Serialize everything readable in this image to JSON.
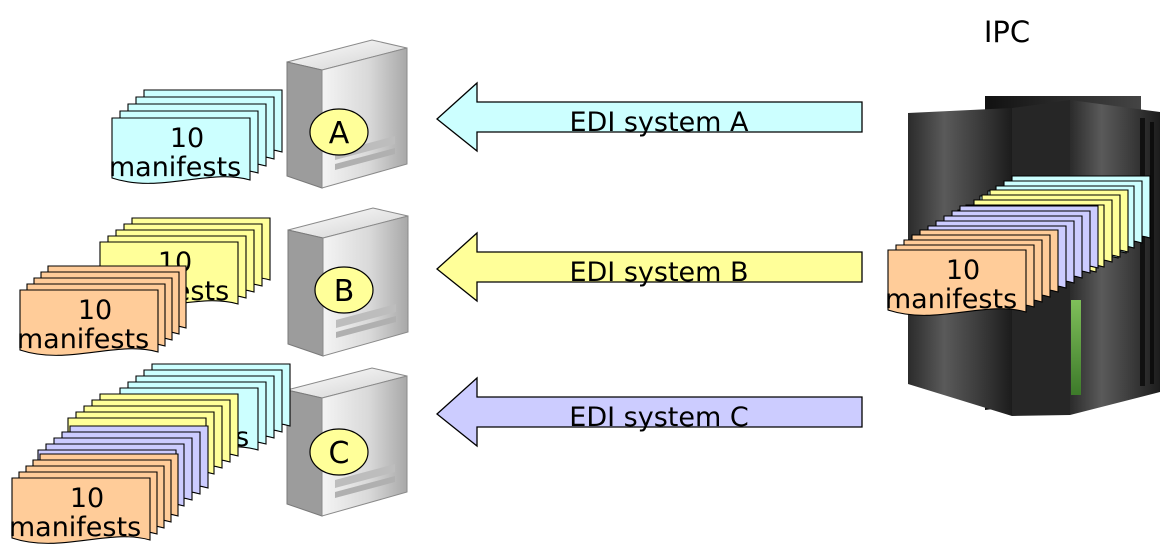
{
  "title": "IPC",
  "stack_text": {
    "count": "10",
    "unit": "manifests"
  },
  "colors": {
    "blue": "#ccffff",
    "yellow": "#ffff99",
    "orange": "#ffcc99",
    "violet": "#ccccff",
    "badge": "#ffff99"
  },
  "systems": [
    {
      "id": "A",
      "badge": "A",
      "arrow_label": "EDI system A",
      "arrow_color": "#ccffff"
    },
    {
      "id": "B",
      "badge": "B",
      "arrow_label": "EDI system B",
      "arrow_color": "#ffff99"
    },
    {
      "id": "C",
      "badge": "C",
      "arrow_label": "EDI system C",
      "arrow_color": "#ccccff"
    }
  ]
}
